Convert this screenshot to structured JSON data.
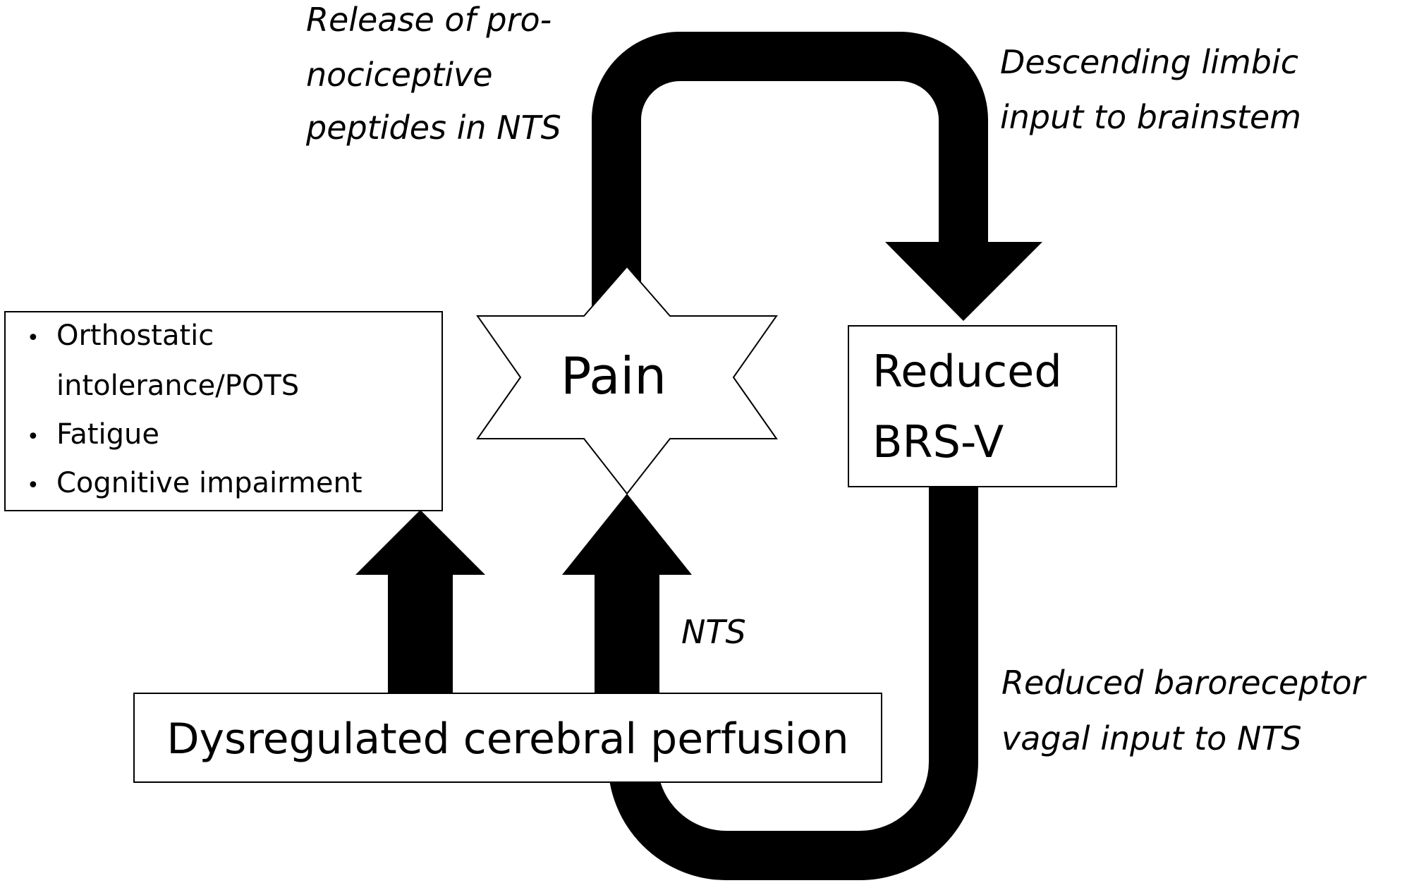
{
  "nodes": {
    "pain": {
      "label": "Pain"
    },
    "reduced_brs": {
      "line1": "Reduced",
      "line2": "BRS-V"
    },
    "symptoms": {
      "items": [
        "Orthostatic",
        "intolerance/POTS",
        "Fatigue",
        "Cognitive impairment"
      ],
      "bullet": "•"
    },
    "cerebral_perfusion": {
      "label": "Dysregulated cerebral perfusion"
    }
  },
  "annotations": {
    "release_peptides": [
      "Release of pro-",
      "nociceptive",
      "peptides in NTS"
    ],
    "descending_limbic": [
      "Descending limbic",
      "input to brainstem"
    ],
    "nts": "NTS",
    "reduced_baroreceptor": [
      "Reduced baroreceptor",
      "vagal input to NTS"
    ]
  },
  "colors": {
    "arrow": "#000000",
    "box_border": "#000000",
    "background": "#ffffff"
  }
}
